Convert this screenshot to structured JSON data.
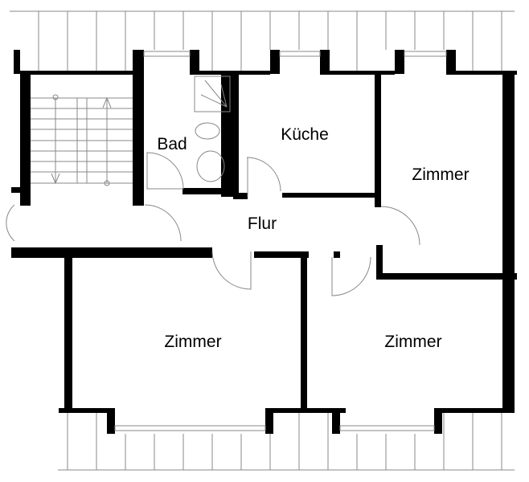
{
  "plan": {
    "type": "floor plan",
    "colors": {
      "wall": "#000000",
      "line": "#888888",
      "background": "#ffffff"
    },
    "rooms": [
      {
        "id": "bad",
        "label": "Bad"
      },
      {
        "id": "kueche",
        "label": "Küche"
      },
      {
        "id": "zimmer-ne",
        "label": "Zimmer"
      },
      {
        "id": "flur",
        "label": "Flur"
      },
      {
        "id": "zimmer-sw",
        "label": "Zimmer"
      },
      {
        "id": "zimmer-se",
        "label": "Zimmer"
      }
    ],
    "fixtures": [
      "staircase",
      "shower",
      "toilet",
      "sink"
    ]
  }
}
